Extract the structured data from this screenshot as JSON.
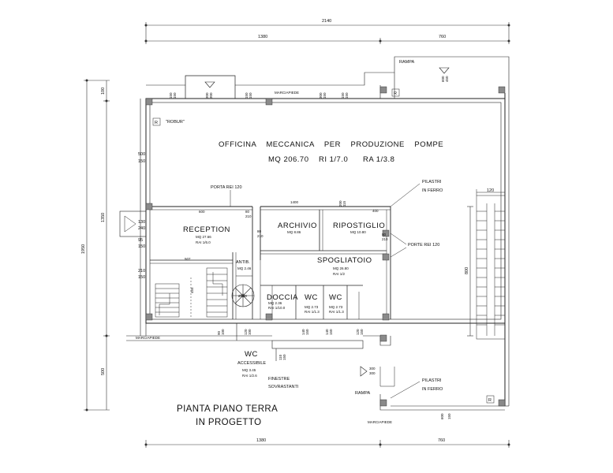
{
  "dimensions": {
    "top_total": "2140",
    "top_left": "1380",
    "top_right": "760",
    "bottom_left": "1380",
    "bottom_right": "760",
    "left_total": "1950",
    "left_upper": "1350",
    "left_lower": "500",
    "left_top": "100",
    "wall_500": "500",
    "wall_150a": "150",
    "wall_130": "130",
    "wall_240": "240",
    "wall_95": "95",
    "wall_150b": "150",
    "wall_210": "210",
    "wall_150c": "150",
    "right_800": "800",
    "right_120": "120",
    "w_507": "507",
    "w_455": "455",
    "w_1400": "1400",
    "w_400": "400",
    "w_600": "600"
  },
  "window_sizes": [
    {
      "a": "150",
      "b": "150"
    },
    {
      "a": "300",
      "b": "300"
    },
    {
      "a": "150",
      "b": "150"
    },
    {
      "a": "300",
      "b": "150"
    },
    {
      "a": "150",
      "b": "150"
    },
    {
      "a": "600",
      "b": "450"
    },
    {
      "a": "200",
      "b": "115"
    },
    {
      "a": "80",
      "b": "210"
    },
    {
      "a": "80",
      "b": "210"
    },
    {
      "a": "80",
      "b": "210"
    },
    {
      "a": "90",
      "b": "100"
    },
    {
      "a": "120",
      "b": "100"
    },
    {
      "a": "110",
      "b": "150"
    },
    {
      "a": "140",
      "b": "150"
    },
    {
      "a": "140",
      "b": "150"
    },
    {
      "a": "120",
      "b": "150"
    },
    {
      "a": "300",
      "b": "300"
    },
    {
      "a": "600",
      "b": "150"
    }
  ],
  "labels": {
    "rampa_top": "RAMPA",
    "rampa_bottom": "RAMPA",
    "marciapiede_top": "MARCIAPIEDE",
    "marciapiede_left": "MARCIAPIEDE",
    "marciapiede_bottom": "MARCIAPIEDE",
    "robur": "\"ROBUR\"",
    "porta_rei_top": "PORTA REI 120",
    "porte_rei_right": "PORTE REI 120",
    "pilastri_top_1": "PILASTRI",
    "pilastri_top_2": "IN FERRO",
    "pilastri_bottom_1": "PILASTRI",
    "pilastri_bottom_2": "IN FERRO",
    "finestre_1": "FINESTRE",
    "finestre_2": "SOVRASTANTI",
    "phi": "Ø150",
    "r_mark": "R"
  },
  "rooms": {
    "officina": {
      "name": "OFFICINA    MECCANICA    PER    PRODUZIONE    POMPE",
      "area": "MQ 206.70",
      "ri": "RI 1/7.0",
      "ra": "RA 1/3.8"
    },
    "reception": {
      "name": "RECEPTION",
      "area": "MQ 27.66",
      "ra": "RAI 1/6.0"
    },
    "archivio": {
      "name": "ARCHIVIO",
      "area": "MQ 8.86"
    },
    "ripostiglio": {
      "name": "RIPOSTIGLIO",
      "area": "MQ 10.80"
    },
    "spogliatoio": {
      "name": "SPOGLIATOIO",
      "area": "MQ 26.80",
      "ra": "RAI 1/2"
    },
    "antib": {
      "name": "ANTIB.",
      "area": "MQ 2.46"
    },
    "doccia": {
      "name": "DOCCIA",
      "area": "MQ 2.36",
      "ra": "RAI 1/10.0"
    },
    "wc1": {
      "name": "WC",
      "area": "MQ 2.73",
      "ra": "RAI 1/1.3"
    },
    "wc2": {
      "name": "WC",
      "area": "MQ 2.73",
      "ra": "RAI 1/1.3"
    },
    "wc_acc": {
      "name1": "WC",
      "name2": "ACCESSIBILE",
      "area": "MQ 3.45",
      "ra": "RAI 1/2.6"
    }
  },
  "title": {
    "line1": "PIANTA PIANO TERRA",
    "line2": "IN PROGETTO"
  }
}
